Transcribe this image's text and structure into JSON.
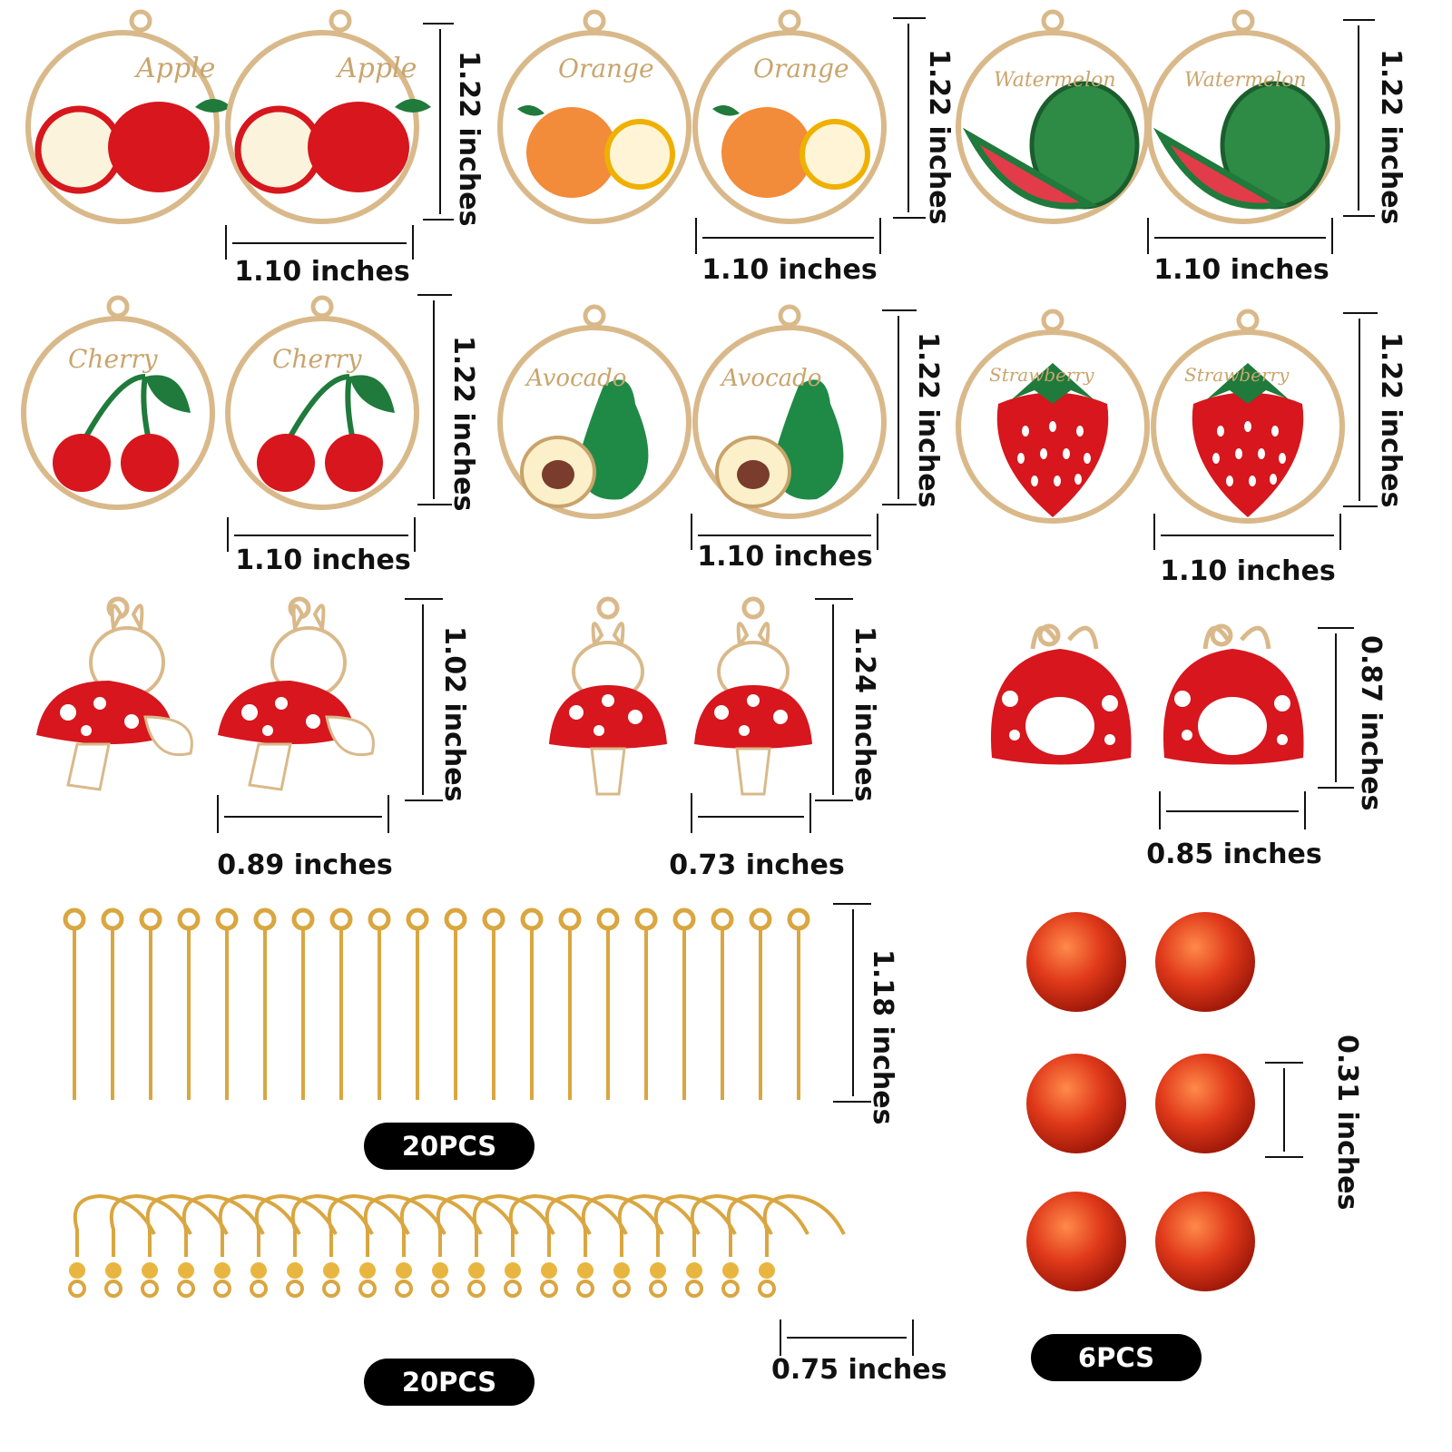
{
  "pendant_labels": [
    "Apple",
    "Orange",
    "Watermelon",
    "Cherry",
    "Avocado",
    "Strawberry"
  ],
  "dimensions": {
    "apple_height": "1.22 inches",
    "apple_width": "1.10 inches",
    "orange_height": "1.22 inches",
    "orange_width": "1.10 inches",
    "watermelon_height": "1.22 inches",
    "watermelon_width": "1.10 inches",
    "cherry_height": "1.22 inches",
    "cherry_width": "1.10 inches",
    "avocado_height": "1.22 inches",
    "avocado_width": "1.10 inches",
    "strawberry_height": "1.22 inches",
    "strawberry_width": "1.10 inches",
    "bunny_mushroom_height": "1.02 inches",
    "bunny_mushroom_width": "0.89 inches",
    "bunny_small_height": "1.24 inches",
    "bunny_small_width": "0.73 inches",
    "mushroom_cap_height": "0.87 inches",
    "mushroom_cap_width": "0.85 inches",
    "eye_pin_length": "1.18 inches",
    "bead_size": "0.31 inches",
    "ear_hook_width": "0.75 inches"
  },
  "badges": {
    "eye_pins": "20PCS",
    "ear_hooks": "20PCS",
    "beads": "6PCS"
  },
  "colors": {
    "gold": "#d9b98a",
    "red": "#d7161d",
    "green": "#1f7a3b",
    "orange": "#f28b3a",
    "bead": "#e0391a"
  }
}
